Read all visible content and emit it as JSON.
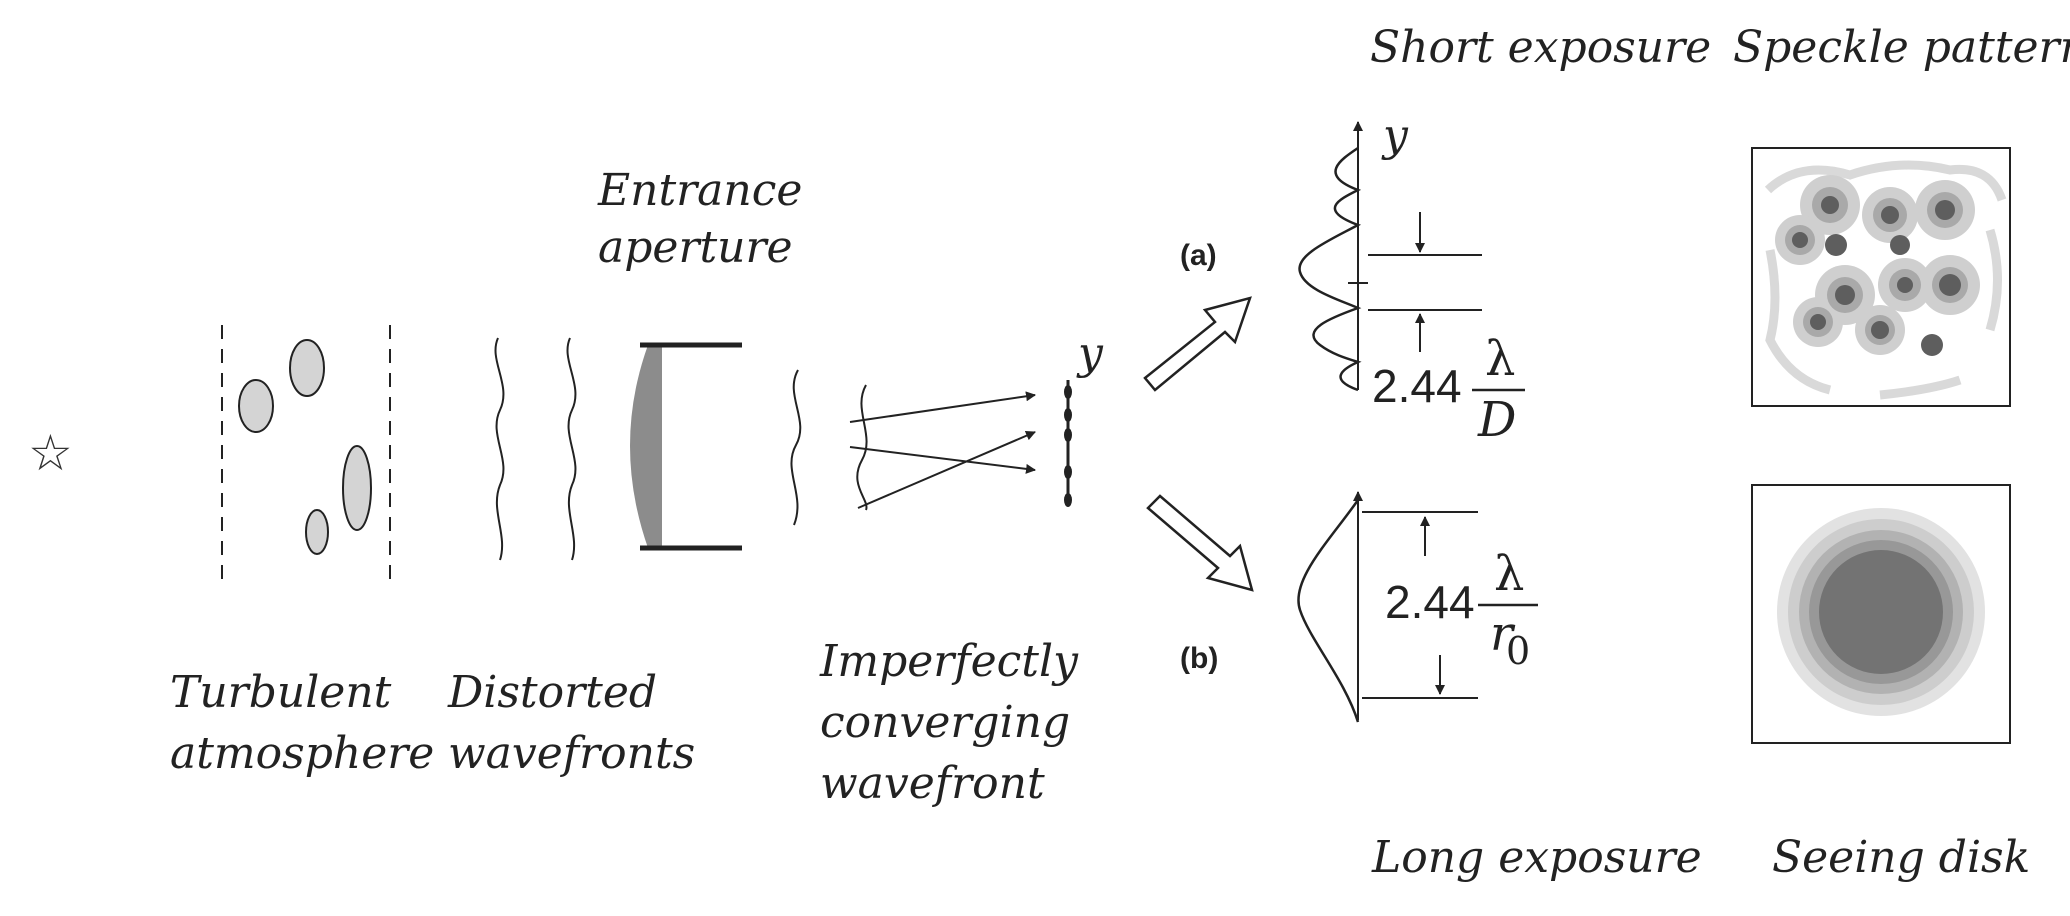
{
  "labels": {
    "turbulent_line1": "Turbulent",
    "turbulent_line2": "atmosphere",
    "distorted_line1": "Distorted",
    "distorted_line2": "wavefronts",
    "entrance_line1": "Entrance",
    "entrance_line2": "aperture",
    "imperfect_line1": "Imperfectly",
    "imperfect_line2": "converging",
    "imperfect_line3": "wavefront",
    "short_exposure": "Short exposure",
    "long_exposure": "Long exposure",
    "speckle_pattern": "Speckle pattern",
    "seeing_disk": "Seeing disk",
    "panel_a": "(a)",
    "panel_b": "(b)",
    "y_axis_focus": "y",
    "y_axis_short": "y"
  },
  "formula_short": {
    "coefficient": "2.44",
    "numerator": "λ",
    "denominator": "D"
  },
  "formula_long": {
    "coefficient": "2.44",
    "numerator": "λ",
    "denominator": "r",
    "denominator_sub": "0"
  },
  "icons": {
    "star": "☆"
  },
  "colors": {
    "ink": "#222222",
    "ellipse_fill": "#d4d4d4",
    "mirror": "#8c8c8c"
  }
}
